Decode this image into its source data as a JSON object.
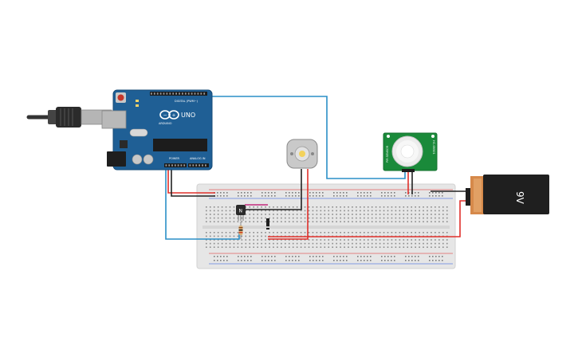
{
  "arduino": {
    "brand": "ARDUINO",
    "model": "UNO",
    "digital_header": "DIGITAL (PWM~)",
    "power_header": "POWER",
    "analog_header": "ANALOG IN"
  },
  "pir_sensor": {
    "left_label": "PIR SENSOR",
    "right_label": "HC-SR501"
  },
  "battery": {
    "label": "9V"
  },
  "transistor": {
    "label": "N"
  },
  "colors": {
    "wire_blue": "#2a8fc7",
    "wire_red": "#e0302b",
    "wire_black": "#222222",
    "wire_magenta": "#c2297c",
    "board_blue": "#1f5f95",
    "pir_green": "#1a8a3a",
    "battery_orange": "#d6894a",
    "breadboard": "#e4e4e4"
  }
}
